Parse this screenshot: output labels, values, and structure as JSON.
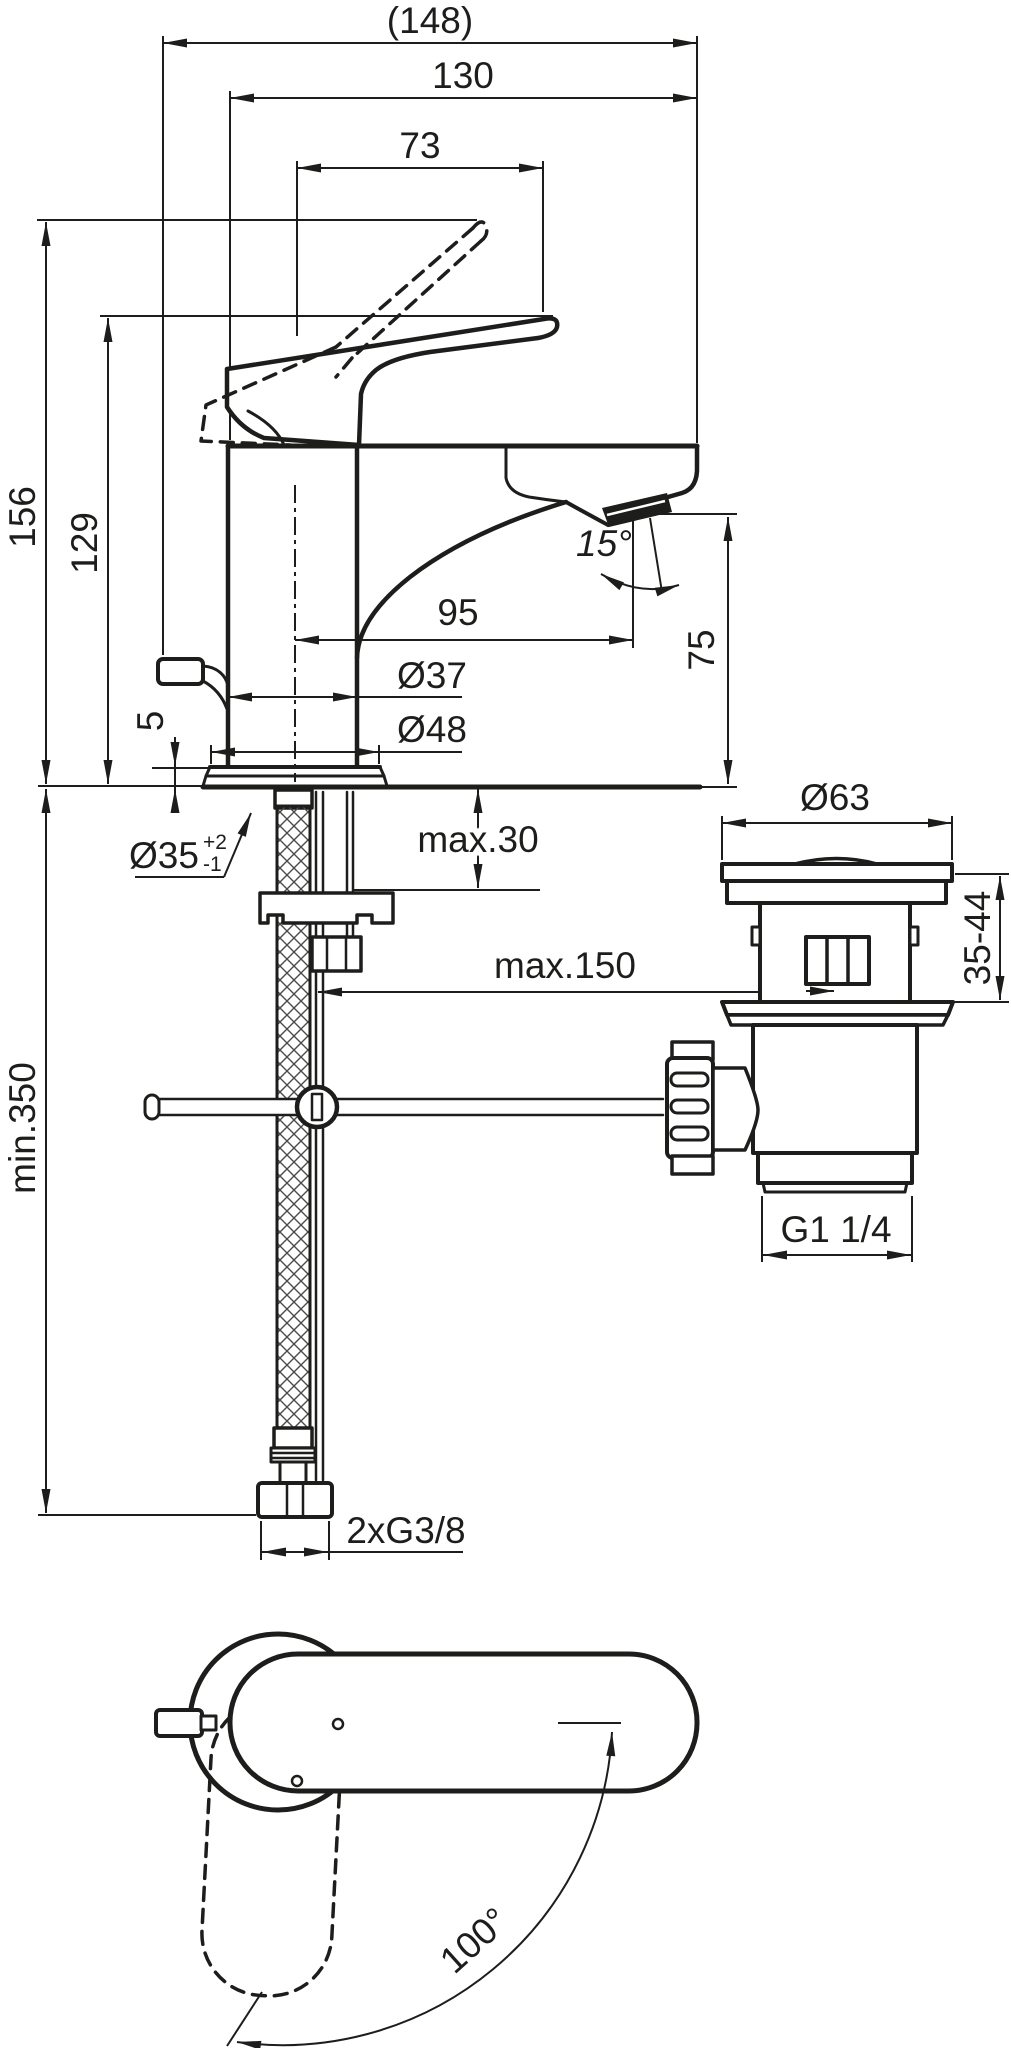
{
  "colors": {
    "line": "#1d1d1b",
    "background": "#ffffff"
  },
  "front_view": {
    "dim_total_width": "(148)",
    "dim_spout_width": "130",
    "dim_handle_width": "73",
    "dim_total_height": "156",
    "dim_handle_height": "129",
    "dim_spout_reach": "95",
    "dim_body_diameter": "Ø37",
    "dim_base_diameter": "Ø48",
    "dim_spout_angle": "15°",
    "dim_outlet_height": "75",
    "dim_base_plate_height": "5",
    "dim_hole_diameter": "Ø35",
    "dim_hole_tol_upper": "+2",
    "dim_hole_tol_lower": "-1",
    "dim_deck_max_thickness": "max.30",
    "dim_hose_min_length": "min.350",
    "dim_supply_thread": "2xG3/8"
  },
  "waste_assembly": {
    "dim_flange_diameter": "Ø63",
    "dim_clamp_range": "35-44",
    "dim_rod_max_distance": "max.150",
    "dim_waste_thread": "G1 1/4"
  },
  "top_view": {
    "dim_handle_swivel_angle": "100°"
  }
}
